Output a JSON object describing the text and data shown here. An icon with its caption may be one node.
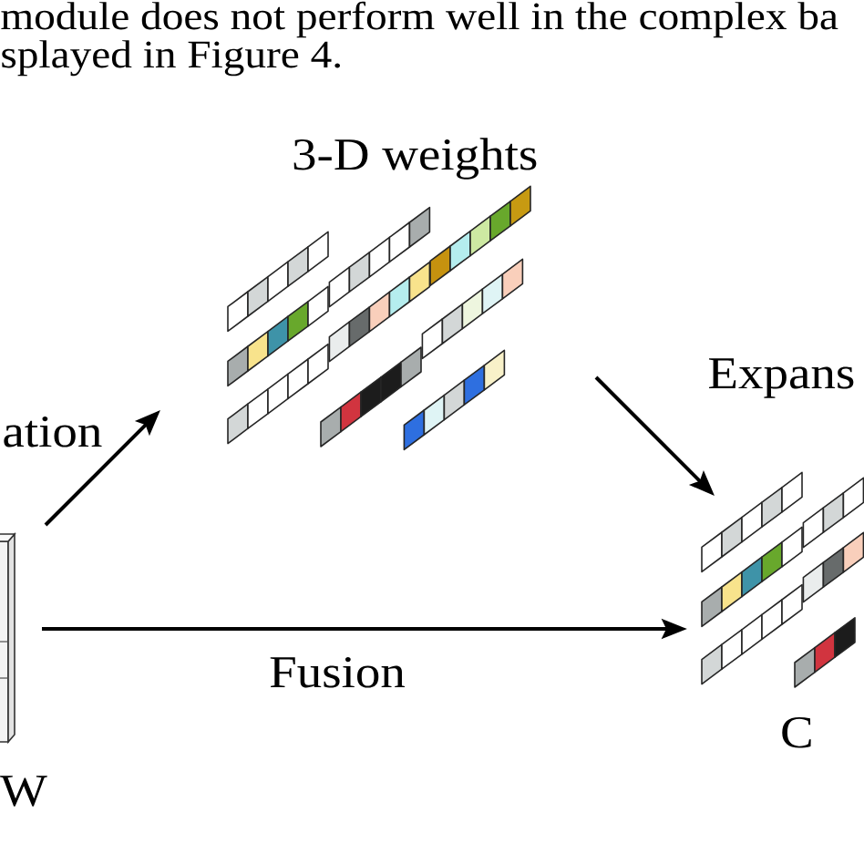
{
  "diagram": {
    "nodes": [
      {
        "text": [
          "W"
        ]
      },
      {
        "text": [
          "3-D weights"
        ]
      },
      {
        "text": [
          "C"
        ]
      }
    ],
    "edges": [
      {
        "from": 0,
        "to": 1,
        "arrow": "to",
        "label": "ation"
      },
      {
        "from": 1,
        "to": 2,
        "arrow": "to",
        "label": "Expans"
      },
      {
        "from": 0,
        "to": 2,
        "arrow": "to",
        "label": "Fusion"
      }
    ],
    "labels": [
      "module does not perform well in the complex ba",
      "splayed in Figure 4."
    ]
  }
}
